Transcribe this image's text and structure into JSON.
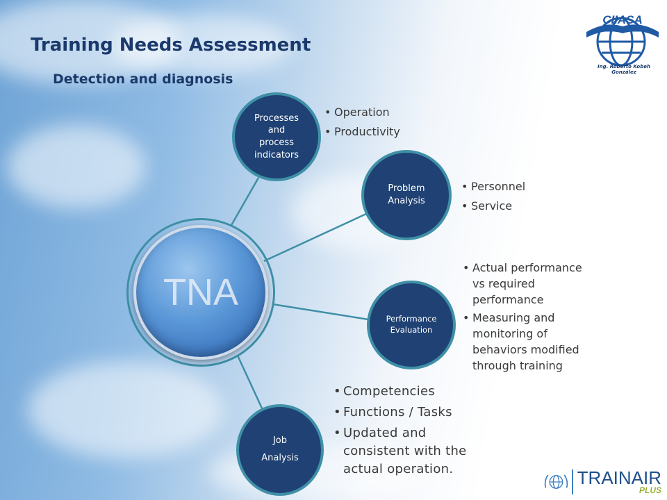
{
  "title": "Training Needs Assessment",
  "subtitle": "Detection and diagnosis",
  "logo": {
    "text": "CIIASA",
    "caption": "Ing. Roberto Kobeh González"
  },
  "hub": {
    "label": "TNA"
  },
  "nodes": [
    {
      "label_lines": [
        "Processes",
        "and",
        "process",
        "indicators"
      ],
      "bullets": [
        "Operation",
        "Productivity"
      ]
    },
    {
      "label_lines": [
        "Problem",
        "Analysis"
      ],
      "bullets": [
        "Personnel",
        "Service"
      ]
    },
    {
      "label_lines": [
        "Performance",
        "Evaluation"
      ],
      "bullets": [
        "Actual performance vs required performance",
        "Measuring and monitoring of behaviors modified through training"
      ]
    },
    {
      "label_lines": [
        "Job",
        "Analysis"
      ],
      "bullets": [
        "Competencies",
        "Functions / Tasks",
        "Updated and consistent with the actual operation."
      ]
    }
  ],
  "footer_logo": {
    "word": "TRAINAIR",
    "suffix": "PLUS"
  },
  "colors": {
    "node_fill": "#1f4173",
    "node_ring": "#3f90a7",
    "title": "#1b3a6b",
    "connector": "#3e8fa6"
  }
}
